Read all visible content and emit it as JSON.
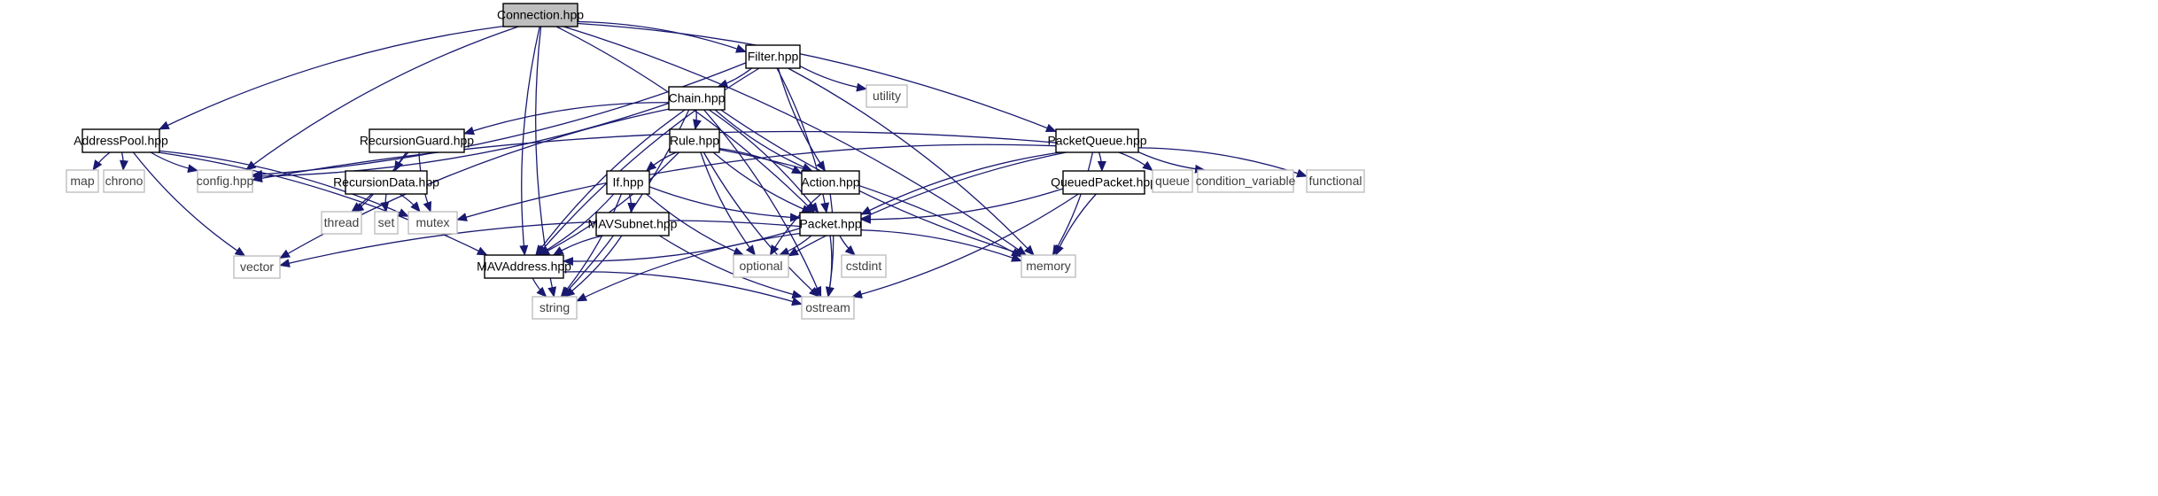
{
  "graph": {
    "root": "Connection.hpp",
    "colors": {
      "edge": "#191970",
      "root_fill": "#bfbfbf",
      "local_border": "#000000",
      "system_border": "#bfbfbf",
      "system_text": "#404040"
    },
    "nodes": [
      {
        "id": "connection",
        "label": "Connection.hpp",
        "kind": "root"
      },
      {
        "id": "filter",
        "label": "Filter.hpp",
        "kind": "local"
      },
      {
        "id": "chain",
        "label": "Chain.hpp",
        "kind": "local"
      },
      {
        "id": "addresspool",
        "label": "AddressPool.hpp",
        "kind": "local"
      },
      {
        "id": "recursionguard",
        "label": "RecursionGuard.hpp",
        "kind": "local"
      },
      {
        "id": "rule",
        "label": "Rule.hpp",
        "kind": "local"
      },
      {
        "id": "packetqueue",
        "label": "PacketQueue.hpp",
        "kind": "local"
      },
      {
        "id": "recursiondata",
        "label": "RecursionData.hpp",
        "kind": "local"
      },
      {
        "id": "if",
        "label": "If.hpp",
        "kind": "local"
      },
      {
        "id": "action",
        "label": "Action.hpp",
        "kind": "local"
      },
      {
        "id": "queuedpacket",
        "label": "QueuedPacket.hpp",
        "kind": "local"
      },
      {
        "id": "mavsubnet",
        "label": "MAVSubnet.hpp",
        "kind": "local"
      },
      {
        "id": "packet",
        "label": "Packet.hpp",
        "kind": "local"
      },
      {
        "id": "mavaddress",
        "label": "MAVAddress.hpp",
        "kind": "local"
      },
      {
        "id": "utility",
        "label": "utility",
        "kind": "system"
      },
      {
        "id": "map",
        "label": "map",
        "kind": "system"
      },
      {
        "id": "chrono",
        "label": "chrono",
        "kind": "system"
      },
      {
        "id": "config",
        "label": "config.hpp",
        "kind": "system"
      },
      {
        "id": "queue",
        "label": "queue",
        "kind": "system"
      },
      {
        "id": "condvar",
        "label": "condition_variable",
        "kind": "system"
      },
      {
        "id": "functional",
        "label": "functional",
        "kind": "system"
      },
      {
        "id": "thread",
        "label": "thread",
        "kind": "system"
      },
      {
        "id": "set",
        "label": "set",
        "kind": "system"
      },
      {
        "id": "mutex",
        "label": "mutex",
        "kind": "system"
      },
      {
        "id": "vector",
        "label": "vector",
        "kind": "system"
      },
      {
        "id": "optional",
        "label": "optional",
        "kind": "system"
      },
      {
        "id": "cstdint",
        "label": "cstdint",
        "kind": "system"
      },
      {
        "id": "memory",
        "label": "memory",
        "kind": "system"
      },
      {
        "id": "string",
        "label": "string",
        "kind": "system"
      },
      {
        "id": "ostream",
        "label": "ostream",
        "kind": "system"
      }
    ],
    "edges": [
      [
        "connection",
        "filter"
      ],
      [
        "connection",
        "addresspool"
      ],
      [
        "connection",
        "packetqueue"
      ],
      [
        "connection",
        "config"
      ],
      [
        "connection",
        "packet"
      ],
      [
        "connection",
        "mavaddress"
      ],
      [
        "connection",
        "memory"
      ],
      [
        "connection",
        "string"
      ],
      [
        "filter",
        "chain"
      ],
      [
        "filter",
        "utility"
      ],
      [
        "filter",
        "config"
      ],
      [
        "filter",
        "action"
      ],
      [
        "filter",
        "packet"
      ],
      [
        "filter",
        "mavaddress"
      ],
      [
        "filter",
        "memory"
      ],
      [
        "chain",
        "recursionguard"
      ],
      [
        "chain",
        "rule"
      ],
      [
        "chain",
        "action"
      ],
      [
        "chain",
        "packet"
      ],
      [
        "chain",
        "mavaddress"
      ],
      [
        "chain",
        "config"
      ],
      [
        "chain",
        "vector"
      ],
      [
        "chain",
        "string"
      ],
      [
        "chain",
        "memory"
      ],
      [
        "chain",
        "ostream"
      ],
      [
        "addresspool",
        "map"
      ],
      [
        "addresspool",
        "chrono"
      ],
      [
        "addresspool",
        "config"
      ],
      [
        "addresspool",
        "mutex"
      ],
      [
        "addresspool",
        "vector"
      ],
      [
        "addresspool",
        "mavaddress"
      ],
      [
        "recursionguard",
        "recursiondata"
      ],
      [
        "recursionguard",
        "thread"
      ],
      [
        "recursionguard",
        "mutex"
      ],
      [
        "recursiondata",
        "thread"
      ],
      [
        "recursiondata",
        "set"
      ],
      [
        "recursiondata",
        "mutex"
      ],
      [
        "rule",
        "if"
      ],
      [
        "rule",
        "action"
      ],
      [
        "rule",
        "packet"
      ],
      [
        "rule",
        "mavaddress"
      ],
      [
        "rule",
        "optional"
      ],
      [
        "rule",
        "memory"
      ],
      [
        "rule",
        "ostream"
      ],
      [
        "if",
        "mavsubnet"
      ],
      [
        "if",
        "packet"
      ],
      [
        "if",
        "mavaddress"
      ],
      [
        "if",
        "optional"
      ],
      [
        "if",
        "string"
      ],
      [
        "action",
        "optional"
      ],
      [
        "action",
        "ostream"
      ],
      [
        "packetqueue",
        "config"
      ],
      [
        "packetqueue",
        "queuedpacket"
      ],
      [
        "packetqueue",
        "packet"
      ],
      [
        "packetqueue",
        "queue"
      ],
      [
        "packetqueue",
        "condvar"
      ],
      [
        "packetqueue",
        "functional"
      ],
      [
        "packetqueue",
        "mutex"
      ],
      [
        "packetqueue",
        "memory"
      ],
      [
        "packetqueue",
        "optional"
      ],
      [
        "queuedpacket",
        "packet"
      ],
      [
        "queuedpacket",
        "memory"
      ],
      [
        "queuedpacket",
        "ostream"
      ],
      [
        "mavsubnet",
        "mavaddress"
      ],
      [
        "mavsubnet",
        "string"
      ],
      [
        "mavsubnet",
        "ostream"
      ],
      [
        "packet",
        "mavaddress"
      ],
      [
        "packet",
        "vector"
      ],
      [
        "packet",
        "optional"
      ],
      [
        "packet",
        "cstdint"
      ],
      [
        "packet",
        "memory"
      ],
      [
        "packet",
        "string"
      ],
      [
        "packet",
        "ostream"
      ],
      [
        "mavaddress",
        "string"
      ],
      [
        "mavaddress",
        "ostream"
      ]
    ]
  }
}
